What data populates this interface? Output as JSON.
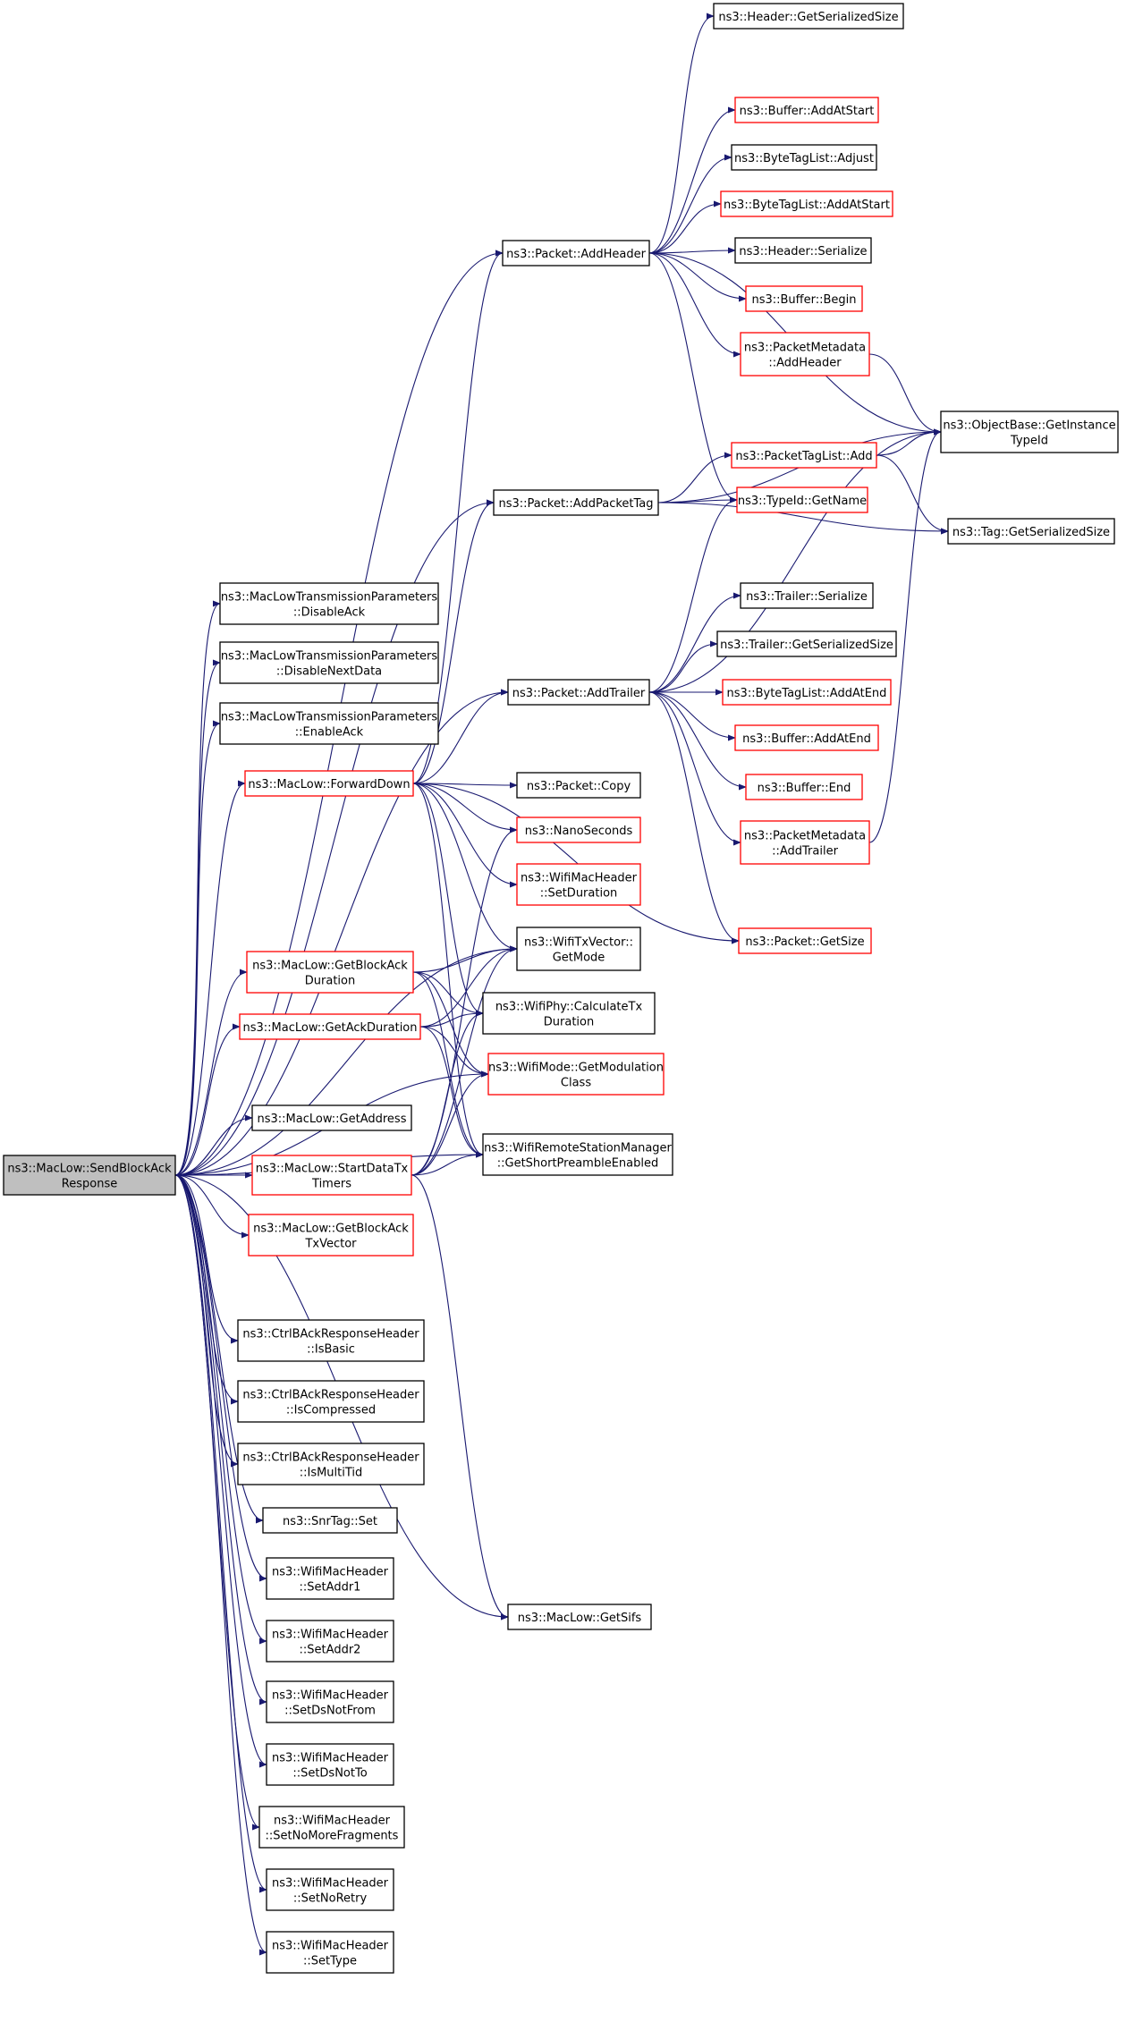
{
  "theme": {
    "edge_color": "#191970",
    "node_border_default": "#000000",
    "node_border_incomplete": "#ff0000",
    "root_fill": "#bfbfbf",
    "node_fill": "#ffffff"
  },
  "root": {
    "id": "sendblockack",
    "lines": [
      "ns3::MacLow::SendBlockAck",
      "Response"
    ]
  },
  "nodes": [
    {
      "id": "header-getsersize",
      "lines": [
        "ns3::Header::GetSerializedSize"
      ],
      "border": "black"
    },
    {
      "id": "buffer-addatstart",
      "lines": [
        "ns3::Buffer::AddAtStart"
      ],
      "border": "red"
    },
    {
      "id": "bytetaglist-adjust",
      "lines": [
        "ns3::ByteTagList::Adjust"
      ],
      "border": "black"
    },
    {
      "id": "bytetaglist-addatstart",
      "lines": [
        "ns3::ByteTagList::AddAtStart"
      ],
      "border": "red"
    },
    {
      "id": "packet-addheader",
      "lines": [
        "ns3::Packet::AddHeader"
      ],
      "border": "black"
    },
    {
      "id": "header-serialize",
      "lines": [
        "ns3::Header::Serialize"
      ],
      "border": "black"
    },
    {
      "id": "buffer-begin",
      "lines": [
        "ns3::Buffer::Begin"
      ],
      "border": "red"
    },
    {
      "id": "packetmetadata-addheader",
      "lines": [
        "ns3::PacketMetadata",
        "::AddHeader"
      ],
      "border": "red"
    },
    {
      "id": "objectbase-getinstancetypeid",
      "lines": [
        "ns3::ObjectBase::GetInstance",
        "TypeId"
      ],
      "border": "black"
    },
    {
      "id": "packettaglist-add",
      "lines": [
        "ns3::PacketTagList::Add"
      ],
      "border": "red"
    },
    {
      "id": "packet-addpackettag",
      "lines": [
        "ns3::Packet::AddPacketTag"
      ],
      "border": "black"
    },
    {
      "id": "typeid-getname",
      "lines": [
        "ns3::TypeId::GetName"
      ],
      "border": "red"
    },
    {
      "id": "tag-getsersize",
      "lines": [
        "ns3::Tag::GetSerializedSize"
      ],
      "border": "black"
    },
    {
      "id": "mltp-disableack",
      "lines": [
        "ns3::MacLowTransmissionParameters",
        "::DisableAck"
      ],
      "border": "black"
    },
    {
      "id": "trailer-serialize",
      "lines": [
        "ns3::Trailer::Serialize"
      ],
      "border": "black"
    },
    {
      "id": "trailer-getsersize",
      "lines": [
        "ns3::Trailer::GetSerializedSize"
      ],
      "border": "black"
    },
    {
      "id": "mltp-disablenextdata",
      "lines": [
        "ns3::MacLowTransmissionParameters",
        "::DisableNextData"
      ],
      "border": "black"
    },
    {
      "id": "packet-addtrailer",
      "lines": [
        "ns3::Packet::AddTrailer"
      ],
      "border": "black"
    },
    {
      "id": "bytetaglist-addatend",
      "lines": [
        "ns3::ByteTagList::AddAtEnd"
      ],
      "border": "red"
    },
    {
      "id": "mltp-enableack",
      "lines": [
        "ns3::MacLowTransmissionParameters",
        "::EnableAck"
      ],
      "border": "black"
    },
    {
      "id": "buffer-addatend",
      "lines": [
        "ns3::Buffer::AddAtEnd"
      ],
      "border": "red"
    },
    {
      "id": "maclow-forwarddown",
      "lines": [
        "ns3::MacLow::ForwardDown"
      ],
      "border": "red"
    },
    {
      "id": "packet-copy",
      "lines": [
        "ns3::Packet::Copy"
      ],
      "border": "black"
    },
    {
      "id": "buffer-end",
      "lines": [
        "ns3::Buffer::End"
      ],
      "border": "red"
    },
    {
      "id": "nanoseconds",
      "lines": [
        "ns3::NanoSeconds"
      ],
      "border": "red"
    },
    {
      "id": "packetmetadata-addtrailer",
      "lines": [
        "ns3::PacketMetadata",
        "::AddTrailer"
      ],
      "border": "red"
    },
    {
      "id": "wifimacheader-setduration",
      "lines": [
        "ns3::WifiMacHeader",
        "::SetDuration"
      ],
      "border": "red"
    },
    {
      "id": "wifitxvector-getmode",
      "lines": [
        "ns3::WifiTxVector::",
        "GetMode"
      ],
      "border": "black"
    },
    {
      "id": "packet-getsize",
      "lines": [
        "ns3::Packet::GetSize"
      ],
      "border": "red"
    },
    {
      "id": "maclow-getblockackduration",
      "lines": [
        "ns3::MacLow::GetBlockAck",
        "Duration"
      ],
      "border": "red"
    },
    {
      "id": "wifiphy-calculatetxduration",
      "lines": [
        "ns3::WifiPhy::CalculateTx",
        "Duration"
      ],
      "border": "black"
    },
    {
      "id": "maclow-getackduration",
      "lines": [
        "ns3::MacLow::GetAckDuration"
      ],
      "border": "red"
    },
    {
      "id": "wifimode-getmodulationclass",
      "lines": [
        "ns3::WifiMode::GetModulation",
        "Class"
      ],
      "border": "red"
    },
    {
      "id": "maclow-getaddress",
      "lines": [
        "ns3::MacLow::GetAddress"
      ],
      "border": "black"
    },
    {
      "id": "wrsm-getshortpreambleenabled",
      "lines": [
        "ns3::WifiRemoteStationManager",
        "::GetShortPreambleEnabled"
      ],
      "border": "black"
    },
    {
      "id": "maclow-startdatatxtimers",
      "lines": [
        "ns3::MacLow::StartDataTx",
        "Timers"
      ],
      "border": "red"
    },
    {
      "id": "maclow-getblockacktxvector",
      "lines": [
        "ns3::MacLow::GetBlockAck",
        "TxVector"
      ],
      "border": "red"
    },
    {
      "id": "ctrlback-isbasic",
      "lines": [
        "ns3::CtrlBAckResponseHeader",
        "::IsBasic"
      ],
      "border": "black"
    },
    {
      "id": "ctrlback-iscompressed",
      "lines": [
        "ns3::CtrlBAckResponseHeader",
        "::IsCompressed"
      ],
      "border": "black"
    },
    {
      "id": "ctrlback-ismultitid",
      "lines": [
        "ns3::CtrlBAckResponseHeader",
        "::IsMultiTid"
      ],
      "border": "black"
    },
    {
      "id": "snrtag-set",
      "lines": [
        "ns3::SnrTag::Set"
      ],
      "border": "black"
    },
    {
      "id": "wifimacheader-setaddr1",
      "lines": [
        "ns3::WifiMacHeader",
        "::SetAddr1"
      ],
      "border": "black"
    },
    {
      "id": "maclow-getsifs",
      "lines": [
        "ns3::MacLow::GetSifs"
      ],
      "border": "black"
    },
    {
      "id": "wifimacheader-setaddr2",
      "lines": [
        "ns3::WifiMacHeader",
        "::SetAddr2"
      ],
      "border": "black"
    },
    {
      "id": "wifimacheader-setdsnotfrom",
      "lines": [
        "ns3::WifiMacHeader",
        "::SetDsNotFrom"
      ],
      "border": "black"
    },
    {
      "id": "wifimacheader-setdsnotto",
      "lines": [
        "ns3::WifiMacHeader",
        "::SetDsNotTo"
      ],
      "border": "black"
    },
    {
      "id": "wifimacheader-setnomorefragments",
      "lines": [
        "ns3::WifiMacHeader",
        "::SetNoMoreFragments"
      ],
      "border": "black"
    },
    {
      "id": "wifimacheader-setnoretry",
      "lines": [
        "ns3::WifiMacHeader",
        "::SetNoRetry"
      ],
      "border": "black"
    },
    {
      "id": "wifimacheader-settype",
      "lines": [
        "ns3::WifiMacHeader",
        "::SetType"
      ],
      "border": "black"
    }
  ],
  "edges": [
    [
      "sendblockack",
      "packet-addheader"
    ],
    [
      "sendblockack",
      "packet-addpackettag"
    ],
    [
      "sendblockack",
      "packet-addtrailer"
    ],
    [
      "sendblockack",
      "mltp-disableack"
    ],
    [
      "sendblockack",
      "mltp-disablenextdata"
    ],
    [
      "sendblockack",
      "mltp-enableack"
    ],
    [
      "sendblockack",
      "maclow-forwarddown"
    ],
    [
      "sendblockack",
      "wifitxvector-getmode"
    ],
    [
      "sendblockack",
      "maclow-getblockackduration"
    ],
    [
      "sendblockack",
      "maclow-getackduration"
    ],
    [
      "sendblockack",
      "wifimode-getmodulationclass"
    ],
    [
      "sendblockack",
      "maclow-getaddress"
    ],
    [
      "sendblockack",
      "maclow-startdatatxtimers"
    ],
    [
      "sendblockack",
      "maclow-getblockacktxvector"
    ],
    [
      "sendblockack",
      "wrsm-getshortpreambleenabled"
    ],
    [
      "sendblockack",
      "ctrlback-isbasic"
    ],
    [
      "sendblockack",
      "ctrlback-iscompressed"
    ],
    [
      "sendblockack",
      "ctrlback-ismultitid"
    ],
    [
      "sendblockack",
      "snrtag-set"
    ],
    [
      "sendblockack",
      "wifimacheader-setaddr1"
    ],
    [
      "sendblockack",
      "wifimacheader-setaddr2"
    ],
    [
      "sendblockack",
      "wifimacheader-setdsnotfrom"
    ],
    [
      "sendblockack",
      "wifimacheader-setdsnotto"
    ],
    [
      "sendblockack",
      "wifimacheader-setnomorefragments"
    ],
    [
      "sendblockack",
      "wifimacheader-setnoretry"
    ],
    [
      "sendblockack",
      "wifimacheader-settype"
    ],
    [
      "sendblockack",
      "maclow-getsifs"
    ],
    [
      "packet-addheader",
      "header-getsersize"
    ],
    [
      "packet-addheader",
      "objectbase-getinstancetypeid"
    ],
    [
      "packet-addheader",
      "buffer-addatstart"
    ],
    [
      "packet-addheader",
      "bytetaglist-adjust"
    ],
    [
      "packet-addheader",
      "bytetaglist-addatstart"
    ],
    [
      "packet-addheader",
      "header-serialize"
    ],
    [
      "packet-addheader",
      "buffer-begin"
    ],
    [
      "packet-addheader",
      "packetmetadata-addheader"
    ],
    [
      "packet-addheader",
      "typeid-getname"
    ],
    [
      "packetmetadata-addheader",
      "objectbase-getinstancetypeid"
    ],
    [
      "packet-addpackettag",
      "objectbase-getinstancetypeid"
    ],
    [
      "packet-addpackettag",
      "packettaglist-add"
    ],
    [
      "packet-addpackettag",
      "typeid-getname"
    ],
    [
      "packet-addpackettag",
      "tag-getsersize"
    ],
    [
      "packettaglist-add",
      "objectbase-getinstancetypeid"
    ],
    [
      "packettaglist-add",
      "tag-getsersize"
    ],
    [
      "packet-addtrailer",
      "typeid-getname"
    ],
    [
      "packet-addtrailer",
      "trailer-serialize"
    ],
    [
      "packet-addtrailer",
      "trailer-getsersize"
    ],
    [
      "packet-addtrailer",
      "bytetaglist-addatend"
    ],
    [
      "packet-addtrailer",
      "buffer-addatend"
    ],
    [
      "packet-addtrailer",
      "buffer-end"
    ],
    [
      "packet-addtrailer",
      "packetmetadata-addtrailer"
    ],
    [
      "packet-addtrailer",
      "objectbase-getinstancetypeid"
    ],
    [
      "packet-addtrailer",
      "packet-getsize"
    ],
    [
      "packetmetadata-addtrailer",
      "objectbase-getinstancetypeid"
    ],
    [
      "maclow-forwarddown",
      "packet-addheader"
    ],
    [
      "maclow-forwarddown",
      "packet-addpackettag"
    ],
    [
      "maclow-forwarddown",
      "packet-addtrailer"
    ],
    [
      "maclow-forwarddown",
      "packet-copy"
    ],
    [
      "maclow-forwarddown",
      "nanoseconds"
    ],
    [
      "maclow-forwarddown",
      "wifimacheader-setduration"
    ],
    [
      "maclow-forwarddown",
      "wifitxvector-getmode"
    ],
    [
      "maclow-forwarddown",
      "wifiphy-calculatetxduration"
    ],
    [
      "maclow-forwarddown",
      "wrsm-getshortpreambleenabled"
    ],
    [
      "maclow-forwarddown",
      "packet-getsize"
    ],
    [
      "maclow-getblockackduration",
      "wifitxvector-getmode"
    ],
    [
      "maclow-getblockackduration",
      "wifiphy-calculatetxduration"
    ],
    [
      "maclow-getblockackduration",
      "wifimode-getmodulationclass"
    ],
    [
      "maclow-getblockackduration",
      "wrsm-getshortpreambleenabled"
    ],
    [
      "maclow-getackduration",
      "wifitxvector-getmode"
    ],
    [
      "maclow-getackduration",
      "wifiphy-calculatetxduration"
    ],
    [
      "maclow-getackduration",
      "wifimode-getmodulationclass"
    ],
    [
      "maclow-getackduration",
      "wrsm-getshortpreambleenabled"
    ],
    [
      "maclow-startdatatxtimers",
      "nanoseconds"
    ],
    [
      "maclow-startdatatxtimers",
      "wifitxvector-getmode"
    ],
    [
      "maclow-startdatatxtimers",
      "wifiphy-calculatetxduration"
    ],
    [
      "maclow-startdatatxtimers",
      "wifimode-getmodulationclass"
    ],
    [
      "maclow-startdatatxtimers",
      "wrsm-getshortpreambleenabled"
    ],
    [
      "maclow-startdatatxtimers",
      "maclow-getsifs"
    ]
  ]
}
